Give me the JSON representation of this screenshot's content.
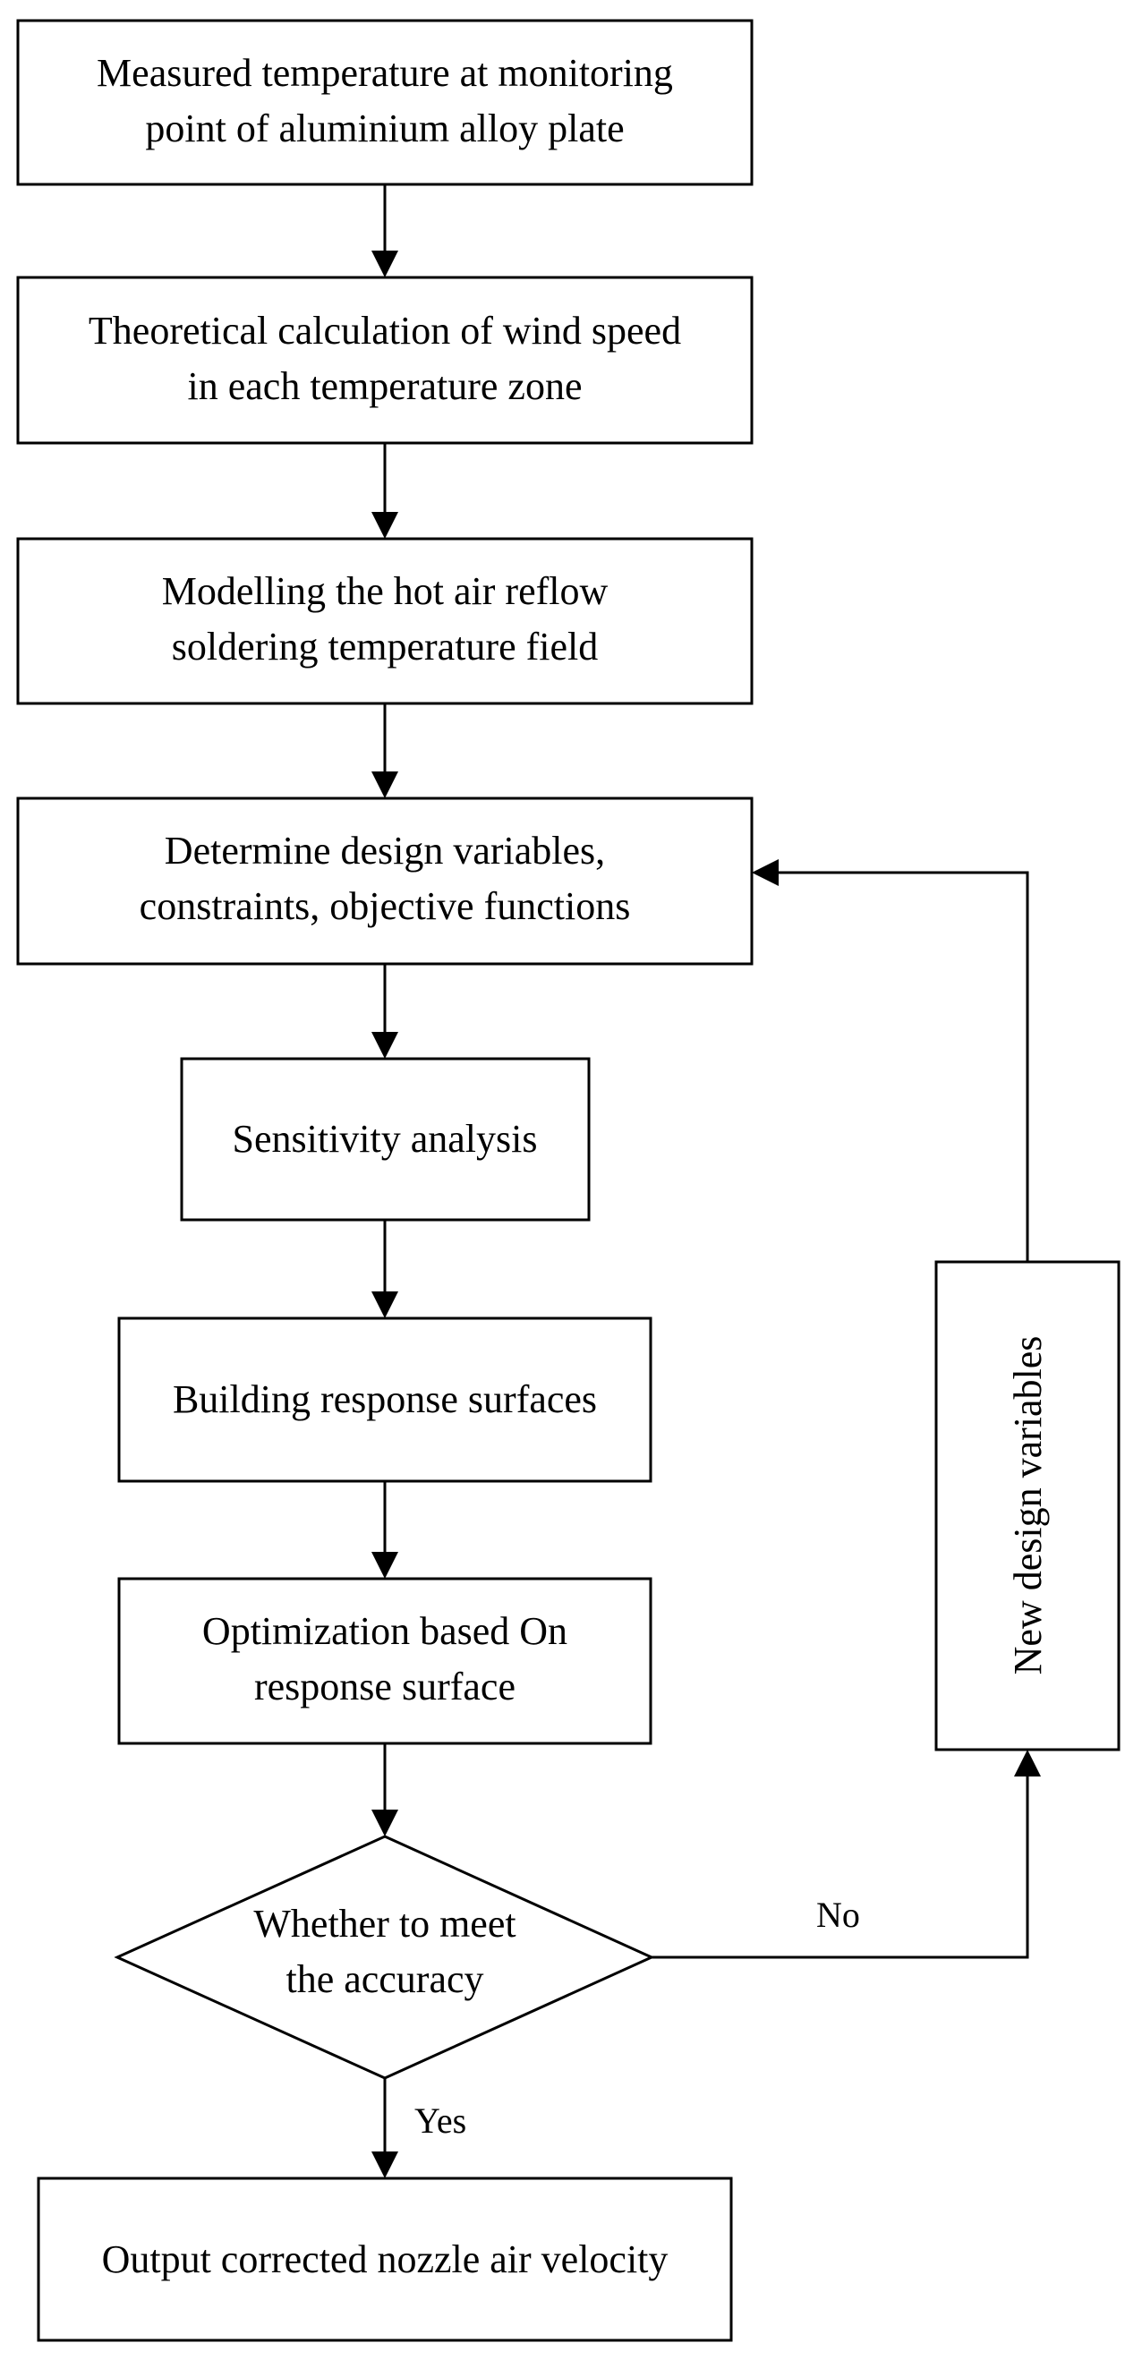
{
  "diagram": {
    "nodes": {
      "measured_temp": {
        "line1": "Measured temperature at monitoring",
        "line2": "point of aluminium alloy plate"
      },
      "wind_speed": {
        "line1": "Theoretical calculation of wind speed",
        "line2": "in each temperature zone"
      },
      "modelling": {
        "line1": "Modelling the hot air reflow",
        "line2": "soldering temperature field"
      },
      "design_vars": {
        "line1": "Determine design variables,",
        "line2": "constraints, objective functions"
      },
      "sensitivity": {
        "line1": "Sensitivity analysis"
      },
      "response_surfaces": {
        "line1": "Building response surfaces"
      },
      "optimization": {
        "line1": "Optimization based On",
        "line2": "response surface"
      },
      "decision": {
        "line1": "Whether to meet",
        "line2": "the accuracy"
      },
      "output": {
        "line1": "Output corrected nozzle air velocity"
      },
      "new_design_vars": {
        "line1": "New design variables"
      }
    },
    "edge_labels": {
      "no": "No",
      "yes": "Yes"
    },
    "colors": {
      "stroke": "#000000",
      "fill": "#ffffff",
      "text": "#000000"
    }
  }
}
